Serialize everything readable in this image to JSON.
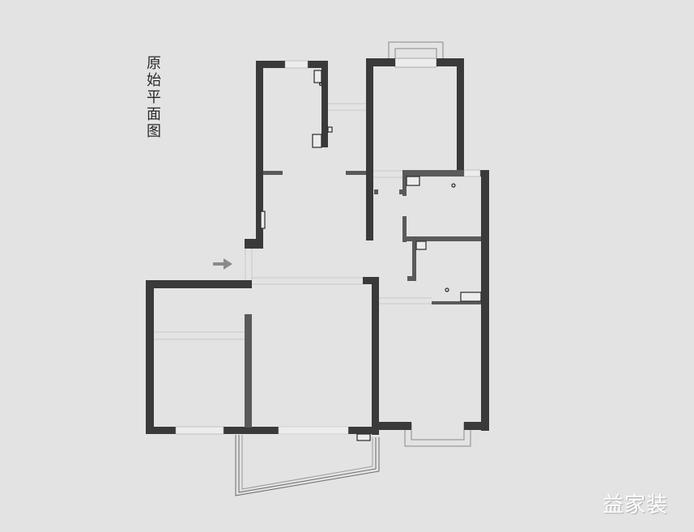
{
  "diagram": {
    "title": "原始平面图",
    "title_chars": [
      "原",
      "始",
      "平",
      "面",
      "图"
    ],
    "watermark": "益家装",
    "entrance_arrow": "arrow-right-icon",
    "colors": {
      "background": "#e4e3e4",
      "wall": "#3a3a3b",
      "partition": "#5a5a5b",
      "window": "#ececec",
      "outline": "#8a8a8a"
    },
    "rooms": [
      {
        "id": "kitchen",
        "label": ""
      },
      {
        "id": "bedroom-north",
        "label": ""
      },
      {
        "id": "bathroom-1",
        "label": ""
      },
      {
        "id": "bathroom-2",
        "label": ""
      },
      {
        "id": "living-room",
        "label": ""
      },
      {
        "id": "bedroom-west",
        "label": ""
      },
      {
        "id": "bedroom-east",
        "label": ""
      },
      {
        "id": "balcony",
        "label": ""
      }
    ]
  }
}
